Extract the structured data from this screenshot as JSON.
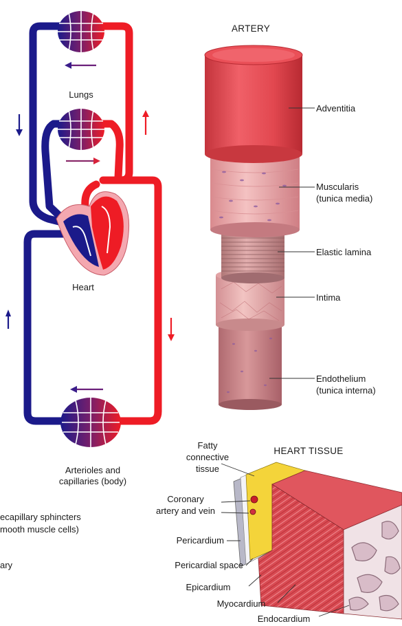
{
  "circulation": {
    "lungs_label": "Lungs",
    "heart_label": "Heart",
    "body_label_line1": "Arterioles and",
    "body_label_line2": "capillaries (body)",
    "left_text": [
      "ecapillary sphincters",
      "mooth muscle cells)",
      "ary"
    ]
  },
  "artery": {
    "title": "ARTERY",
    "layers": [
      {
        "label": "Adventitia"
      },
      {
        "label": "Muscularis"
      },
      {
        "label": "(tunica media)"
      },
      {
        "label": "Elastic lamina"
      },
      {
        "label": "Intima"
      },
      {
        "label": "Endothelium"
      },
      {
        "label": "(tunica interna)"
      }
    ]
  },
  "heart_tissue": {
    "title": "HEART TISSUE",
    "labels": [
      "Fatty",
      "connective",
      "tissue",
      "Coronary",
      "artery and vein",
      "Pericardium",
      "Pericardial space",
      "Epicardium",
      "Myocardium",
      "Endocardium"
    ]
  },
  "colors": {
    "oxygenated": "#ee1c25",
    "deoxygenated": "#1b1a8a",
    "artery_outer": "#e8555e",
    "heart_muscle": "#d9434b",
    "fat": "#f4d43a"
  }
}
